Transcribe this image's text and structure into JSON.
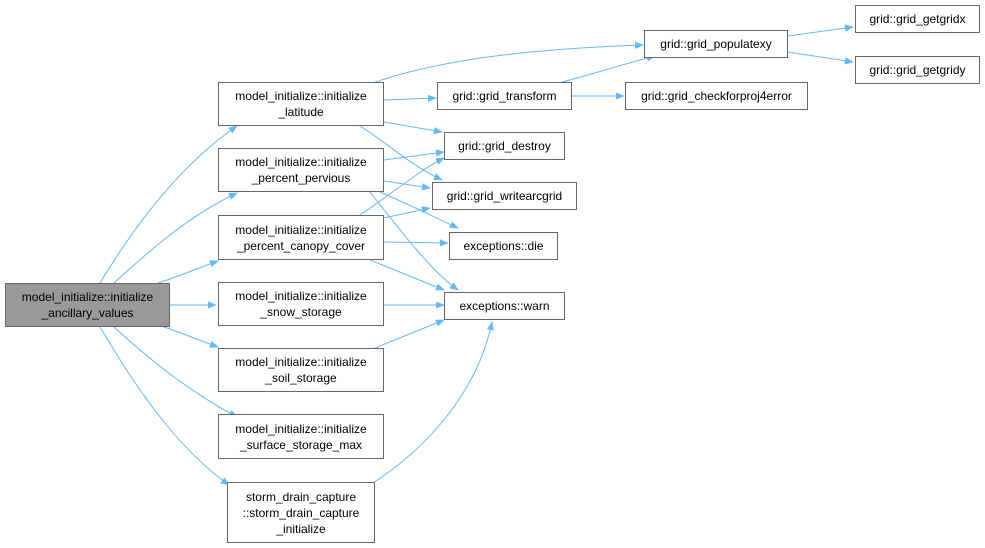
{
  "nodes": {
    "root": [
      "model_initialize::initialize",
      "_ancillary_values"
    ],
    "latitude": [
      "model_initialize::initialize",
      "_latitude"
    ],
    "pervious": [
      "model_initialize::initialize",
      "_percent_pervious"
    ],
    "canopy": [
      "model_initialize::initialize",
      "_percent_canopy_cover"
    ],
    "snow": [
      "model_initialize::initialize",
      "_snow_storage"
    ],
    "soil": [
      "model_initialize::initialize",
      "_soil_storage"
    ],
    "surface": [
      "model_initialize::initialize",
      "_surface_storage_max"
    ],
    "storm": [
      "storm_drain_capture",
      "::storm_drain_capture",
      "_initialize"
    ],
    "populate": [
      "grid::grid_populatexy"
    ],
    "transform": [
      "grid::grid_transform"
    ],
    "checkproj": [
      "grid::grid_checkforproj4error"
    ],
    "getgridx": [
      "grid::grid_getgridx"
    ],
    "getgridy": [
      "grid::grid_getgridy"
    ],
    "destroy": [
      "grid::grid_destroy"
    ],
    "writearc": [
      "grid::grid_writearcgrid"
    ],
    "die": [
      "exceptions::die"
    ],
    "warn": [
      "exceptions::warn"
    ]
  },
  "colors": {
    "edge": "#63b8ff",
    "node_border": "#666666",
    "root_fill": "#999999"
  }
}
